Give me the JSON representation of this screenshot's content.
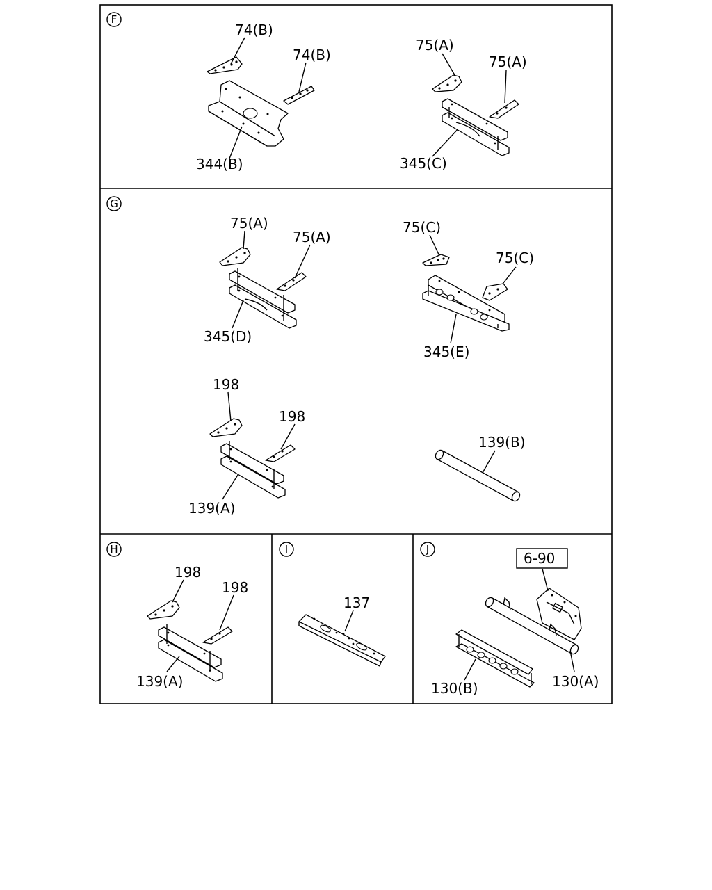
{
  "sections": {
    "F": {
      "marker": "F",
      "labels": {
        "a": "74(B)",
        "b": "74(B)",
        "c": "344(B)",
        "d": "75(A)",
        "e": "75(A)",
        "f": "345(C)"
      }
    },
    "G": {
      "marker": "G",
      "labels": {
        "a": "75(A)",
        "b": "75(A)",
        "c": "345(D)",
        "d": "75(C)",
        "e": "75(C)",
        "f": "345(E)",
        "g": "198",
        "h": "198",
        "i": "139(A)",
        "j": "139(B)"
      }
    },
    "H": {
      "marker": "H",
      "labels": {
        "a": "198",
        "b": "198",
        "c": "139(A)"
      }
    },
    "I": {
      "marker": "I",
      "labels": {
        "a": "137"
      }
    },
    "J": {
      "marker": "J",
      "labels": {
        "ref": "6-90",
        "a": "130(B)",
        "b": "130(A)"
      }
    }
  }
}
